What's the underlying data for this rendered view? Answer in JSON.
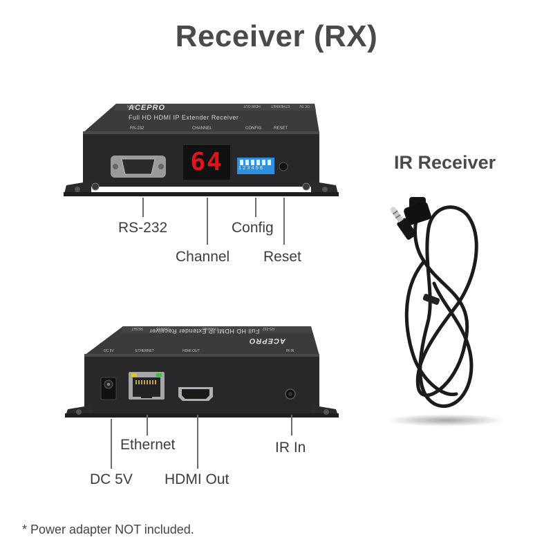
{
  "title": "Receiver (RX)",
  "ir_receiver_title": "IR Receiver",
  "footnote": "* Power adapter NOT included.",
  "front_device": {
    "brand": "ACEPRO",
    "product_name": "Full HD HDMI IP Extender Receiver",
    "port_labels": {
      "rs232": "RS-232",
      "channel": "CHANNEL",
      "config": "CONFIG",
      "reset": "RESET",
      "ir_in": "IR IN",
      "hdmi_out": "HDMI OUT",
      "ethernet": "ETHERNET",
      "dc": "DC 5V"
    },
    "channel_display": "64",
    "dip_numbers": [
      "1",
      "2",
      "3",
      "4",
      "5",
      "6"
    ]
  },
  "front_callouts": {
    "rs232": "RS-232",
    "channel": "Channel",
    "config": "Config",
    "reset": "Reset"
  },
  "back_device": {
    "brand": "ACEPRO",
    "product_name": "Full HD HDMI IP Extender Receiver",
    "port_labels": {
      "dc": "DC 5V",
      "ethernet": "ETHERNET",
      "hdmi_out": "HDMI OUT",
      "ir_in": "IR IN",
      "rs232": "RS-232",
      "channel": "CHANNEL",
      "config": "CONFIG",
      "reset": "RESET"
    }
  },
  "back_callouts": {
    "ethernet": "Ethernet",
    "ir_in": "IR In",
    "dc": "DC 5V",
    "hdmi_out": "HDMI Out"
  },
  "colors": {
    "device_body": "#2c2c2e",
    "device_top": "#3a3a3c",
    "seven_segment": "#e0141b",
    "dip_switch": "#2f8fe0",
    "label_text": "#3c3c3c"
  }
}
